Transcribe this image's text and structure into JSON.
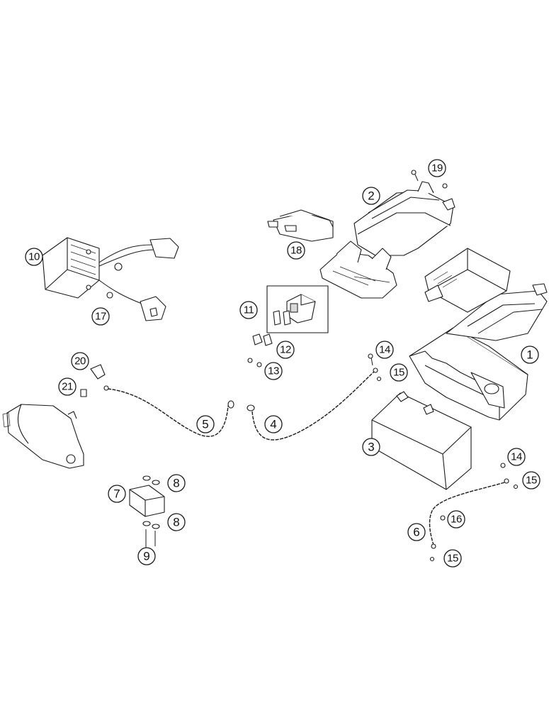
{
  "callouts": [
    {
      "id": "c1",
      "label": "1"
    },
    {
      "id": "c2",
      "label": "2"
    },
    {
      "id": "c3",
      "label": "3"
    },
    {
      "id": "c4",
      "label": "4"
    },
    {
      "id": "c5",
      "label": "5"
    },
    {
      "id": "c6",
      "label": "6"
    },
    {
      "id": "c7",
      "label": "7"
    },
    {
      "id": "c8a",
      "label": "8"
    },
    {
      "id": "c8b",
      "label": "8"
    },
    {
      "id": "c9",
      "label": "9"
    },
    {
      "id": "c10",
      "label": "10"
    },
    {
      "id": "c11",
      "label": "11"
    },
    {
      "id": "c12",
      "label": "12"
    },
    {
      "id": "c13",
      "label": "13"
    },
    {
      "id": "c14a",
      "label": "14"
    },
    {
      "id": "c14b",
      "label": "14"
    },
    {
      "id": "c15a",
      "label": "15"
    },
    {
      "id": "c15b",
      "label": "15"
    },
    {
      "id": "c15c",
      "label": "15"
    },
    {
      "id": "c16",
      "label": "16"
    },
    {
      "id": "c17",
      "label": "17"
    },
    {
      "id": "c18",
      "label": "18"
    },
    {
      "id": "c19",
      "label": "19"
    },
    {
      "id": "c20",
      "label": "20"
    },
    {
      "id": "c21",
      "label": "21"
    }
  ]
}
